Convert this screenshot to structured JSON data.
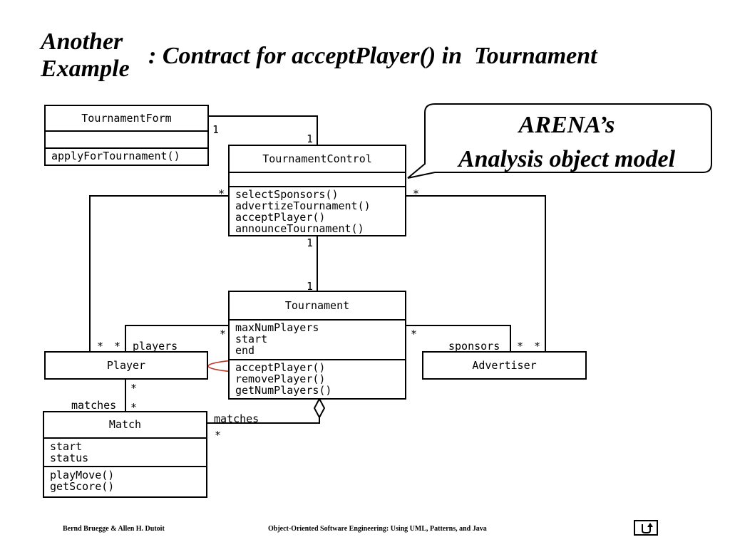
{
  "title": {
    "line1": "Another",
    "line2": "Example",
    "main": ": Contract for acceptPlayer() in  Tournament"
  },
  "callout": {
    "line1": "ARENA’s",
    "line2": "Analysis object model"
  },
  "classes": {
    "tournament_form": {
      "name": "TournamentForm",
      "operations": [
        "applyForTournament()"
      ]
    },
    "tournament_control": {
      "name": "TournamentControl",
      "operations": [
        "selectSponsors()",
        "advertizeTournament()",
        "acceptPlayer()",
        "announceTournament()"
      ]
    },
    "tournament": {
      "name": "Tournament",
      "attributes": [
        "maxNumPlayers",
        "start",
        "end"
      ],
      "operations": [
        "acceptPlayer()",
        "removePlayer()",
        "getNumPlayers()"
      ]
    },
    "player": {
      "name": "Player"
    },
    "advertiser": {
      "name": "Advertiser"
    },
    "match": {
      "name": "Match",
      "attributes": [
        "start",
        "status"
      ],
      "operations": [
        "playMove()",
        "getScore()"
      ]
    }
  },
  "associations": {
    "form_control_form_end": "1",
    "form_control_control_end": "1",
    "control_tournament_control_end": "1",
    "control_tournament_tournament_end": "1",
    "control_player_control_end": "*",
    "control_player_player_end": "*",
    "control_advertiser_control_end": "*",
    "control_advertiser_advertiser_end": "*",
    "tournament_player_tournament_end": "*",
    "tournament_player_player_end": "*",
    "tournament_player_role": "players",
    "tournament_advertiser_tournament_end": "*",
    "tournament_advertiser_advertiser_end": "*",
    "tournament_advertiser_role": "sponsors",
    "player_match_player_end": "*",
    "player_match_match_end": "*",
    "player_match_role": "matches",
    "tournament_match_role": "matches",
    "tournament_match_match_end": "*"
  },
  "highlight_color": "#c0392b",
  "footer": {
    "authors": "Bernd Bruegge & Allen H. Dutoit",
    "book": "Object-Oriented Software Engineering: Using UML, Patterns, and Java"
  },
  "nav": {
    "icon": "return-arrow-icon"
  }
}
